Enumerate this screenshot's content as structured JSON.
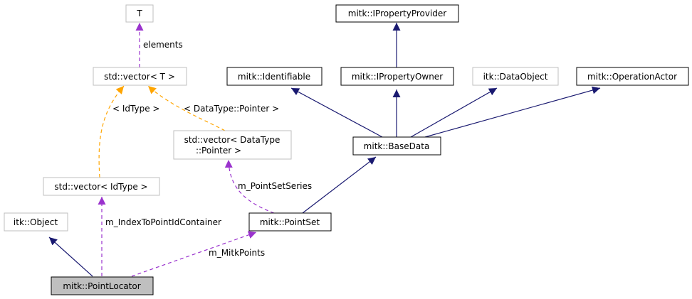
{
  "diagram": {
    "colors": {
      "inheritance": "#191970",
      "usage": "#9a32cd",
      "template": "#ffa500",
      "node_border_solid": "#000000",
      "node_border_muted": "#bfbfbf",
      "highlight_fill": "#bfbfbf"
    },
    "nodes": {
      "t": "T",
      "vector_t": "std::vector< T >",
      "vector_datatype_1": "std::vector< DataType",
      "vector_datatype_2": "::Pointer >",
      "vector_idtype": "std::vector< IdType >",
      "itk_object": "itk::Object",
      "point_locator": "mitk::PointLocator",
      "point_set": "mitk::PointSet",
      "base_data": "mitk::BaseData",
      "identifiable": "mitk::Identifiable",
      "property_owner": "mitk::IPropertyOwner",
      "property_provider": "mitk::IPropertyProvider",
      "itk_data_object": "itk::DataObject",
      "operation_actor": "mitk::OperationActor"
    },
    "edge_labels": {
      "elements": "elements",
      "idtype": "< IdType >",
      "datatype_pointer": "< DataType::Pointer >",
      "point_set_series": "m_PointSetSeries",
      "index_to_point_id": "m_IndexToPointIdContainer",
      "mitk_points": "m_MitkPoints"
    }
  }
}
